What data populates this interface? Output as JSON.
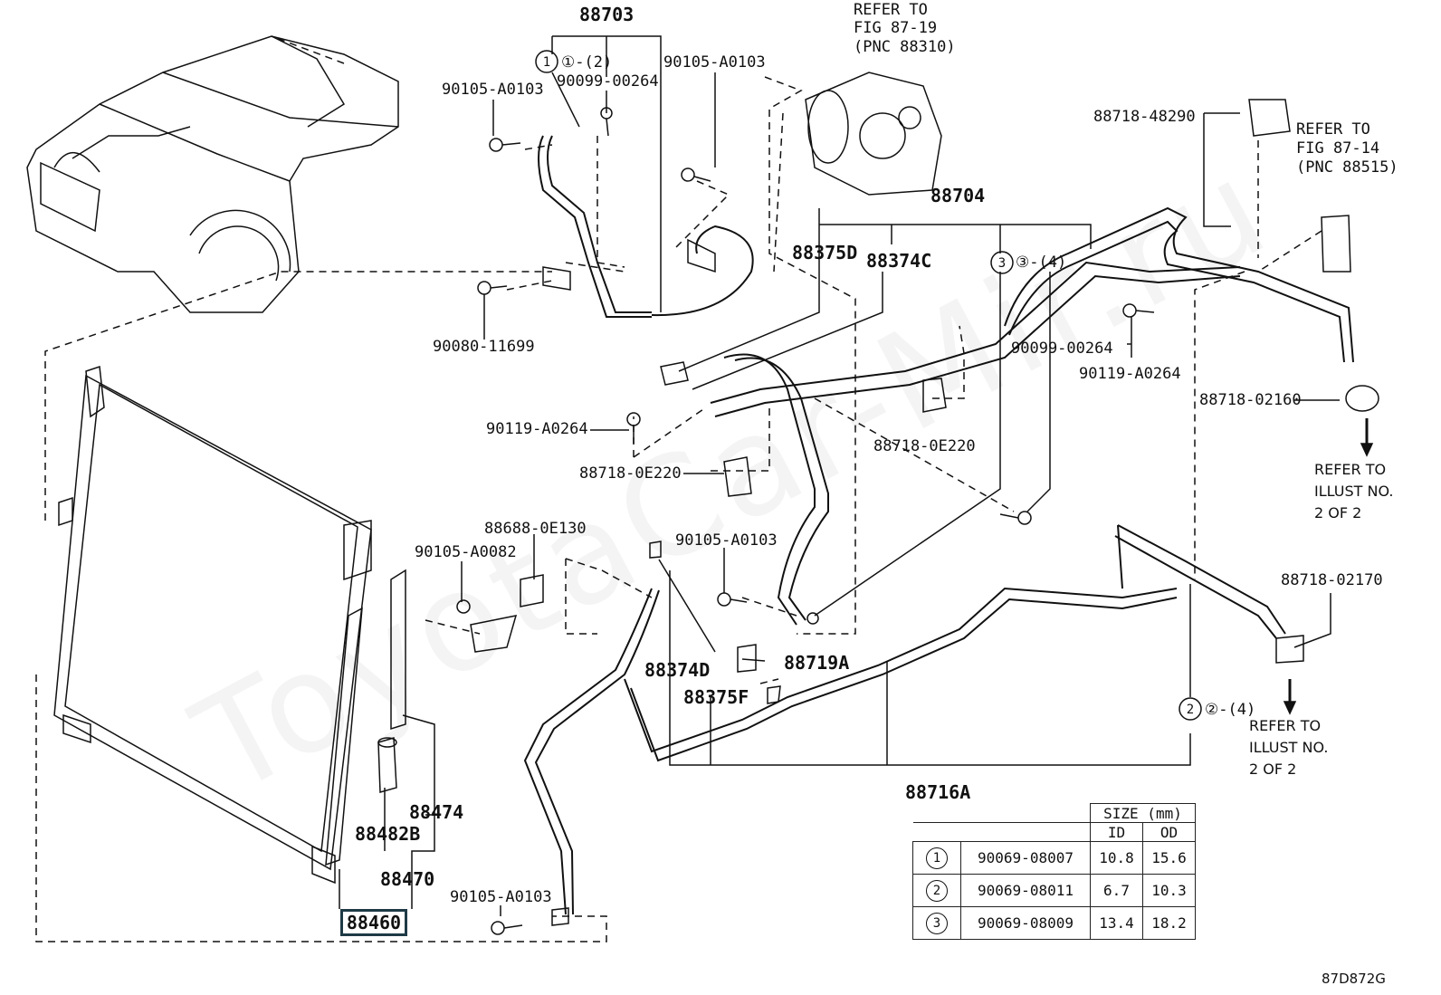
{
  "watermark": "ToyotaCar-Mir.ru",
  "diagram_code": "87D872G",
  "highlighted_part": "88460",
  "callouts": {
    "p88703": "88703",
    "o1_2": "①-(2)",
    "b90105_a": "90105-A0103",
    "b90099_a": "90099-00264",
    "b90105_b": "90105-A0103",
    "ref_compressor": [
      "REFER TO",
      "FIG 87-19",
      "(PNC 88310)"
    ],
    "p88718_48290": "88718-48290",
    "ref_fig8714": [
      "REFER TO",
      "FIG 87-14",
      "(PNC 88515)"
    ],
    "p88704": "88704",
    "p88375d": "88375D",
    "p88374c": "88374C",
    "o3_4": "③-(4)",
    "b90080": "90080-11699",
    "b90099_b": "90099-00264",
    "b90119_a": "90119-A0264",
    "p88718_02160": "88718-02160",
    "ref_illust_a": [
      "REFER TO",
      "ILLUST NO.",
      "2 OF 2"
    ],
    "b90119_b": "90119-A0264",
    "p88718_0e220_a": "88718-0E220",
    "p88718_0e220_b": "88718-0E220",
    "p88688": "88688-0E130",
    "b90105_c": "90105-A0082",
    "b90105_d": "90105-A0103",
    "p88718_02170": "88718-02170",
    "p88719a": "88719A",
    "p88374d": "88374D",
    "p88375f": "88375F",
    "o2_4": "②-(4)",
    "ref_illust_b": [
      "REFER TO",
      "ILLUST NO.",
      "2 OF 2"
    ],
    "p88716a": "88716A",
    "p88474": "88474",
    "p88482b": "88482B",
    "p88470": "88470",
    "b90105_e": "90105-A0103"
  },
  "spec_table": {
    "header_size": "SIZE (mm)",
    "header_id": "ID",
    "header_od": "OD",
    "rows": [
      {
        "mark": "1",
        "part": "90069-08007",
        "id": "10.8",
        "od": "15.6"
      },
      {
        "mark": "2",
        "part": "90069-08011",
        "id": "6.7",
        "od": "10.3"
      },
      {
        "mark": "3",
        "part": "90069-08009",
        "id": "13.4",
        "od": "18.2"
      }
    ]
  }
}
